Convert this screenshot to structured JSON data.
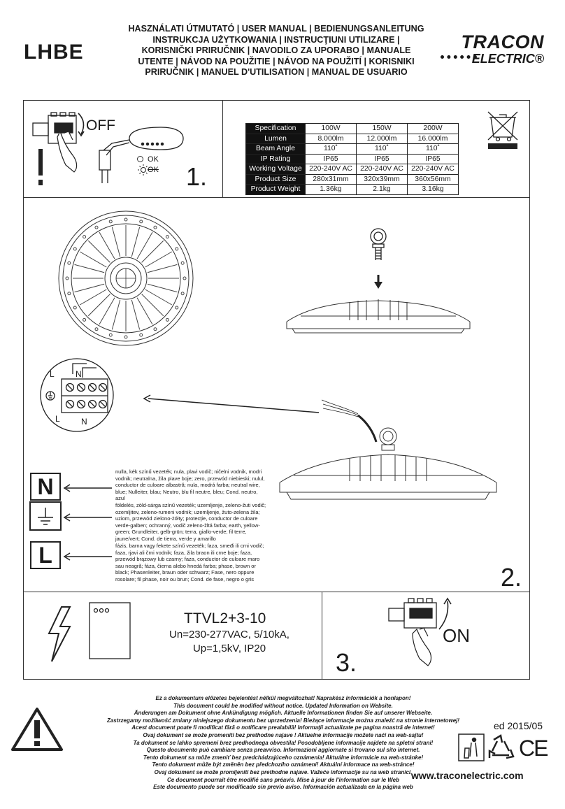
{
  "header": {
    "model": "LHBE",
    "title_lines": [
      "HASZNÁLATI ÚTMUTATÓ | USER MANUAL | BEDIENUNGSANLEITUNG",
      "INSTRUKCJA UŻYTKOWANIA | INSTRUCŢIUNI UTILIZARE |",
      "KORISNIČKI PRIRUČNIK | NAVODILO ZA UPORABO | MANUALE",
      "UTENTE | NÁVOD NA POUŽITIE | NÁVOD NA POUŽITÍ | KORISNIKI",
      "PRIRUČNIK | MANUEL D'UTILISATION | MANUAL DE USUARIO"
    ],
    "brand_top": "TRACON",
    "brand_bottom": "ELECTRIC®"
  },
  "step1": {
    "off_label": "OFF",
    "ok_label": "OK",
    "notok_label": "OK",
    "number": "1."
  },
  "spec_table": {
    "rows": [
      [
        "Specification",
        "100W",
        "150W",
        "200W"
      ],
      [
        "Lumen",
        "8.000lm",
        "12.000lm",
        "16.000lm"
      ],
      [
        "Beam Angle",
        "110˚",
        "110˚",
        "110˚"
      ],
      [
        "IP Rating",
        "IP65",
        "IP65",
        "IP65"
      ],
      [
        "Working Voltage",
        "220-240V AC",
        "220-240V AC",
        "220-240V AC"
      ],
      [
        "Product Size",
        "280x31mm",
        "320x39mm",
        "360x56mm"
      ],
      [
        "Product Weight",
        "1.36kg",
        "2.1kg",
        "3.16kg"
      ]
    ]
  },
  "step2": {
    "terminal_top": [
      "L",
      "N"
    ],
    "terminal_bottom": [
      "L",
      "N"
    ],
    "number": "2.",
    "symbols": [
      "N",
      "L"
    ],
    "neutral_text": "nulla, kék színű vezeték; nula, plavi vodič; ničelni vodnik, modri vodnik; neutralna, žila plave boje; zero, przewód niebieski; nulul, conductor de culoare albastră; nula, modrá farba; neutral wire, blue; Nulleiter, blau; Neutro, blu fil neutre, bleu; Cond. neutro, azul",
    "earth_text": "földelés, zöld-sárga színű vezeték; uzemljenje, zeleno-žuti vodič; ozemljitev, zeleno-rumeni vodnik; uzemljenje, žuto-zelena žila; uziom, przewód zielono-żółty; protecţie, conductor de culoare verde-galben; ochranný, vodič zeleno-žltá farba; earth, yellow-green; Grundleiter, gelb-grün; terra, giallo-verde; fil terre, jaune/vert; Cond. de tierra, verde y amarillo",
    "phase_text": "fázis, barna vagy fekete színű vezeték; faza, smeđi ili crni vodič; faza, rjavi ali črni vodnik; faza, žila braon ili crne boje; faza, przewód brązowy lub czarny; faza, conductor de culoare maro sau neagră; fáza, čierna alebo hnedá farba; phase, brown or black; Phasenleiter, braun oder schwarz; Fase, nero oppure rosolare; fil phase, noir ou brun; Cond. de fase, negro o gris"
  },
  "step3": {
    "device": "TTVL2+3-10",
    "ratings_1": "Un=230-277VAC, 5/10kA,",
    "ratings_2": "Up=1,5kV, IP20",
    "on_label": "ON",
    "number": "3."
  },
  "footer": {
    "disclaimer_lines": [
      "Ez a dokumentum előzetes bejelentést nélkül megváltozhat! Naprakész információk a honlapon!",
      "This document could be modified without notice. Updated Information on Website.",
      "Änderungen am Dokument ohne Ankündigung möglich. Aktuelle Informationen finden Sie auf unserer Webseite.",
      "Zastrzegamy możliwość zmiany niniejszego dokumentu bez uprzedzenia! Bieżące informacje można znaleźć na stronie internetowej!",
      "Acest document poate fi modificat fără o notificare prealabilă! Informaţii actualizate pe pagina noastră de internet!",
      "Ovaj dokument se može promeniti bez prethodne najave ! Aktuelne informacije možete naći na web-sajtu!",
      "Ta dokument se lahko spremeni brez predhodnega obvestila!  Posodobljene informacije  najdete na spletni strani!",
      "Questo documento può cambiare senza preavviso. Informazioni aggiornate si trovano sul sito internet.",
      "Tento dokument sa môže zmeniť bez predchádzajúceho oznámenia! Aktuálne informácie na web-stránke!",
      "Tento dokument může být změněn bez předchozího oznámení! Aktuální informace na web-stránce!",
      "Ovaj dokument se može promijeniti bez prethodne najave. Važeće informacije su na web stranici.",
      "Ce document pourrait être modifié sans préavis. Mise à jour de l'information sur le Web",
      "Este documento puede ser modificado sin previo aviso. Información actualizada en la página web"
    ],
    "edition": "ed 2015/05",
    "website": "www.traconelectric.com",
    "ce_mark": "CE"
  }
}
